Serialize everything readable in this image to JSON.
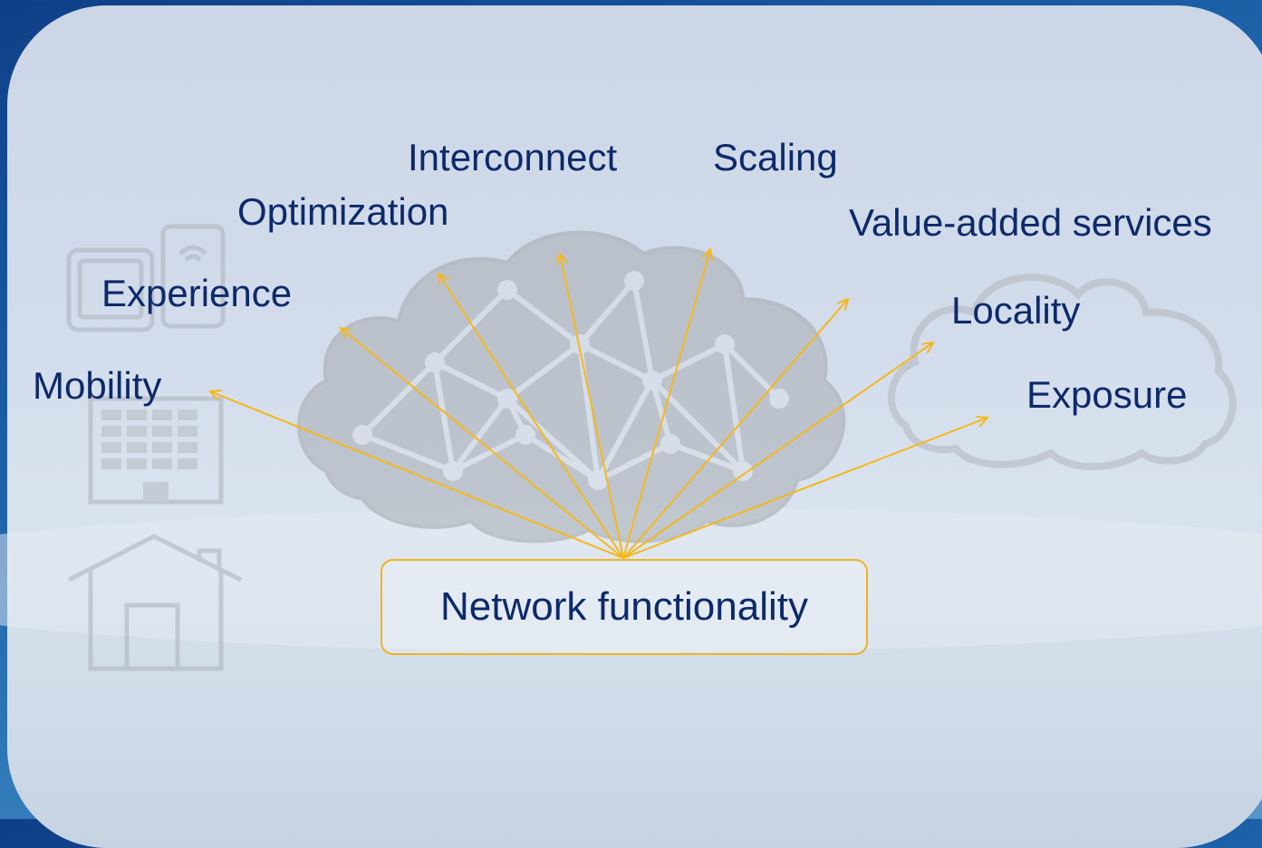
{
  "center_label": "Network functionality",
  "functions": [
    {
      "id": "mobility",
      "label": "Mobility"
    },
    {
      "id": "experience",
      "label": "Experience"
    },
    {
      "id": "optimization",
      "label": "Optimization"
    },
    {
      "id": "interconnect",
      "label": "Interconnect"
    },
    {
      "id": "scaling",
      "label": "Scaling"
    },
    {
      "id": "value-added",
      "label": "Value-added services"
    },
    {
      "id": "locality",
      "label": "Locality"
    },
    {
      "id": "exposure",
      "label": "Exposure"
    }
  ],
  "colors": {
    "arrow": "#f5b81c",
    "label_text": "#0c2a6a",
    "background_frame": "#1b5fa6",
    "watermark_icons": "#a7aeb8"
  },
  "icons": [
    "tablet-icon",
    "phone-icon",
    "office-building-icon",
    "house-icon",
    "network-cloud-icon",
    "cloud-outline-icon"
  ]
}
